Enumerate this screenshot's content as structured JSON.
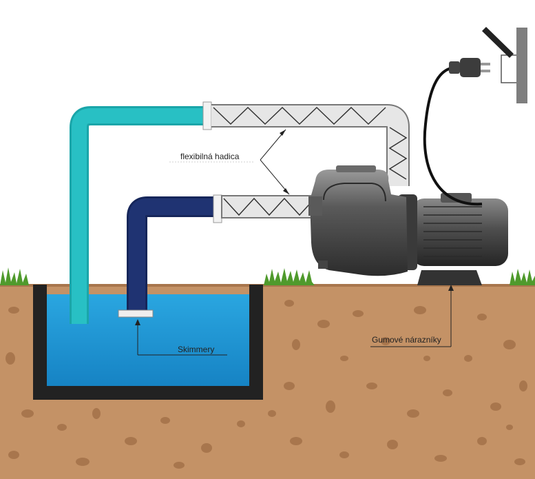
{
  "labels": {
    "flexible_hose": "flexibilná hadica",
    "skimmer": "Skimmery",
    "rubber_bumpers": "Gumové nárazníky"
  },
  "colors": {
    "soil": "#c49266",
    "soil_spots": "#a8764d",
    "water": "#1a9ad6",
    "pool_liner": "#222222",
    "return_pipe": "#28c0c4",
    "suction_pipe": "#1f3372",
    "hose": "#e6e6e6",
    "grass": "#4f9a2c",
    "pump_body": "#4a4a4a"
  },
  "icons": [
    "grass-icon",
    "power-plug-icon",
    "wall-socket-icon",
    "pump-motor-icon"
  ]
}
